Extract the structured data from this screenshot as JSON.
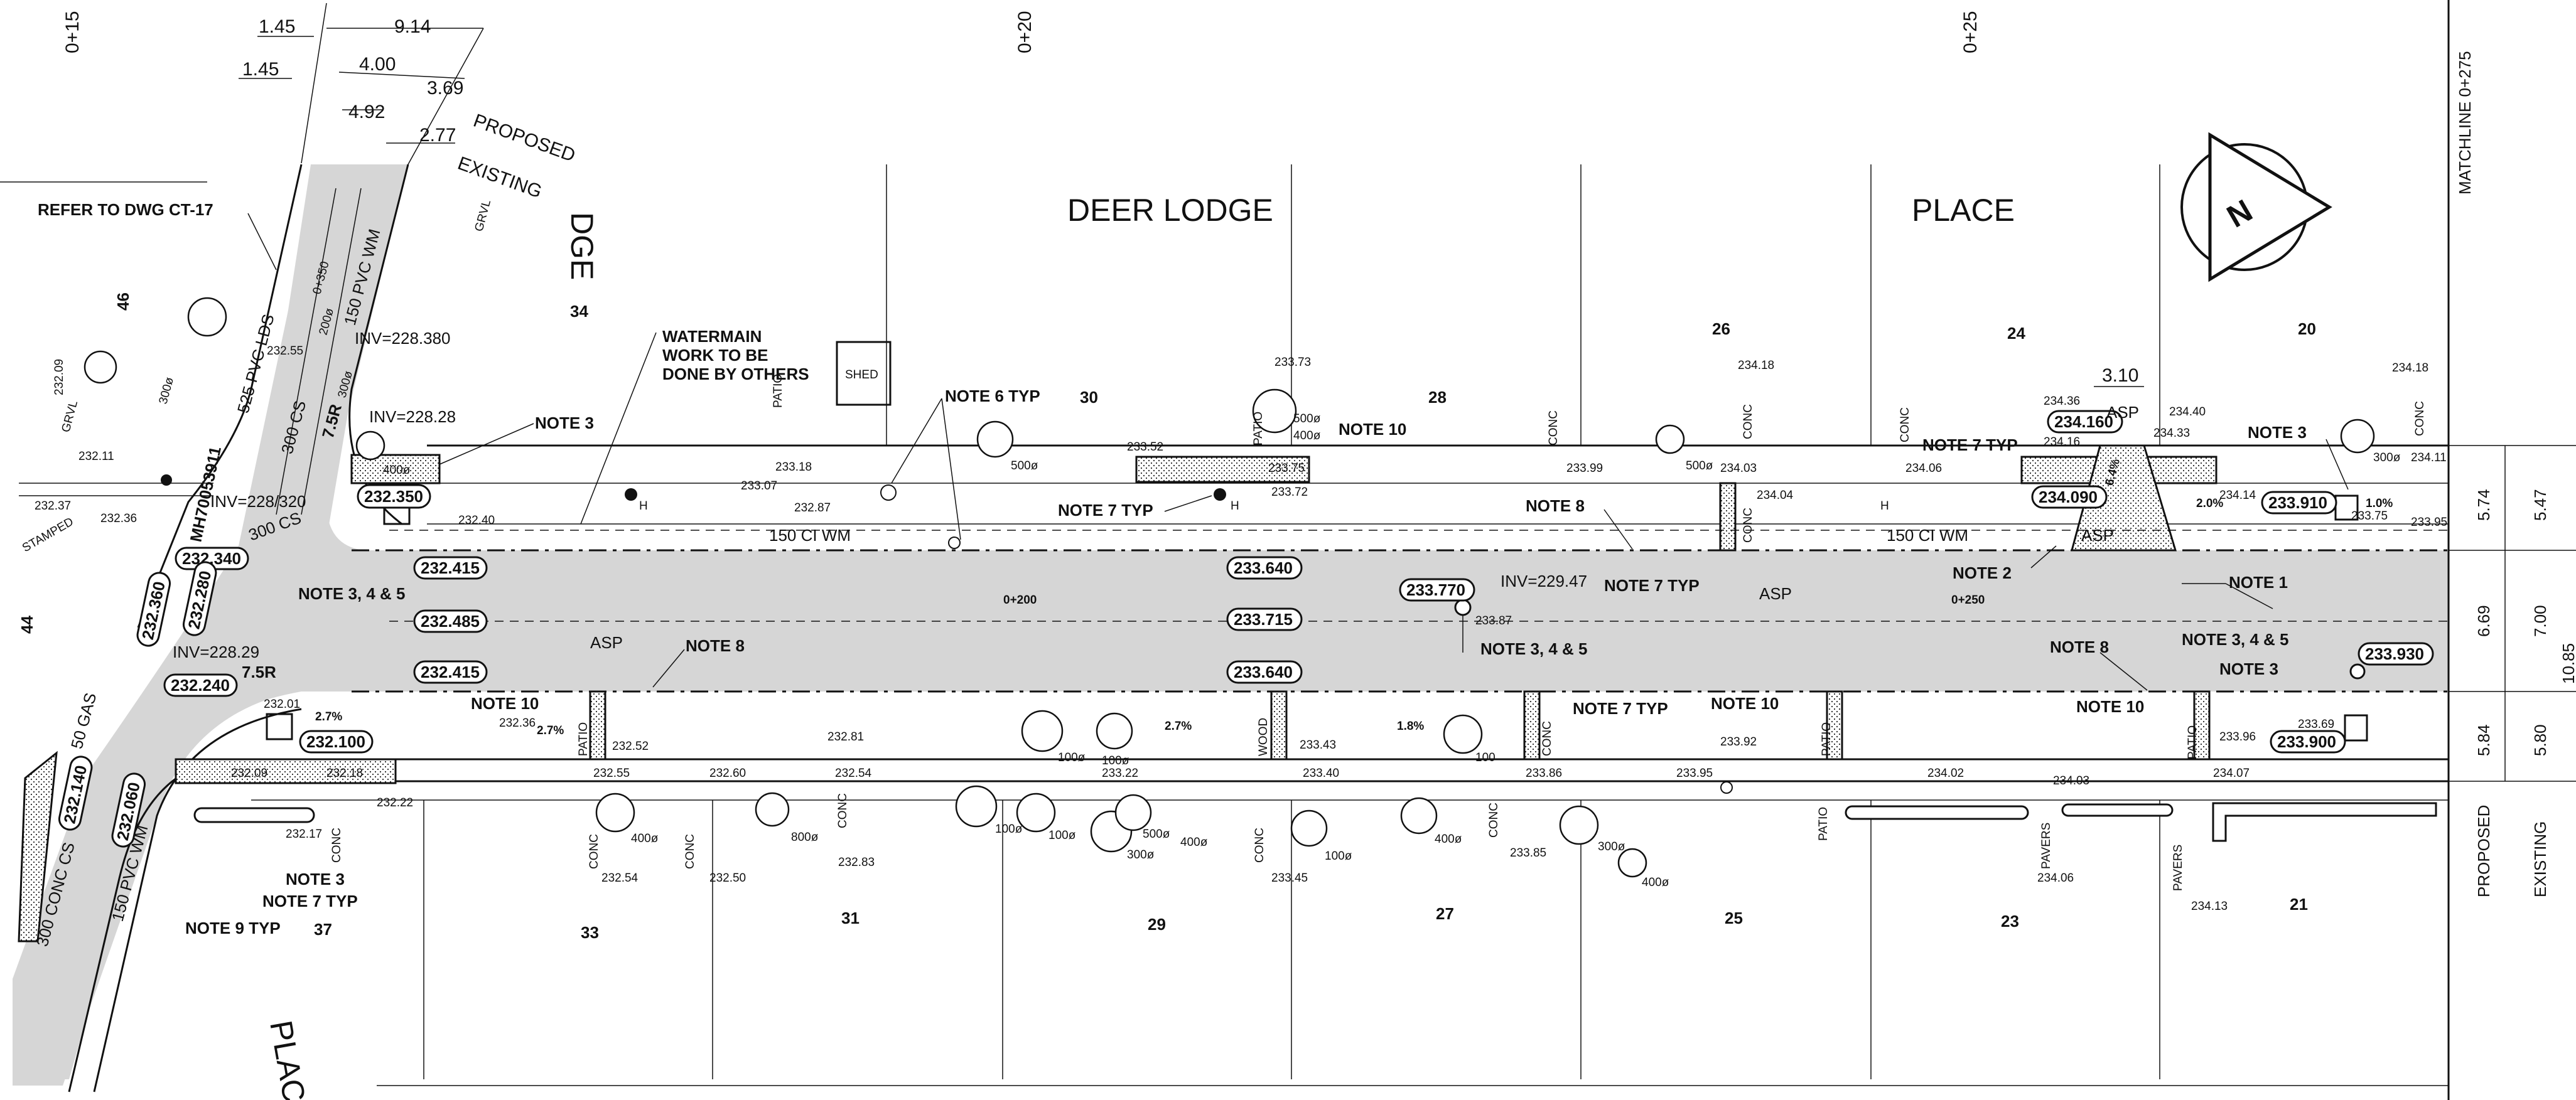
{
  "chainage": {
    "sta_0150": "0+15",
    "sta_0200": "0+20",
    "sta_0250": "0+25",
    "road_0200": "0+200",
    "road_0250": "0+250",
    "cross_0350": "0+350"
  },
  "street_names": {
    "deer_lodge": "DEER LODGE",
    "place": "PLACE",
    "dge_fragment": "DGE",
    "place_fragment": "PLAC"
  },
  "matchline": "MATCHLINE 0+275",
  "dimensions": {
    "d_145a": "1.45",
    "d_145b": "1.45",
    "d_914": "9.14",
    "d_400": "4.00",
    "d_369": "3.69",
    "d_492": "4.92",
    "d_277": "2.77",
    "proposed": "PROPOSED",
    "existing": "EXISTING",
    "d_310": "3.10"
  },
  "side_dims": {
    "top_prop": "5.74",
    "top_exist": "5.47",
    "mid_prop": "6.69",
    "mid_exist": "7.00",
    "bot_prop": "5.84",
    "bot_exist": "5.80",
    "proposed": "PROPOSED",
    "existing": "EXISTING",
    "cut": "10.85"
  },
  "lots": {
    "l46": "46",
    "l44": "44",
    "l34": "34",
    "l30": "30",
    "l28": "28",
    "l26": "26",
    "l24": "24",
    "l20": "20",
    "l37": "37",
    "l33": "33",
    "l31": "31",
    "l29": "29",
    "l27": "27",
    "l25": "25",
    "l23": "23",
    "l21": "21"
  },
  "pill_elevations": [
    "232.350",
    "232.415",
    "232.485",
    "232.415",
    "232.340",
    "232.360",
    "232.280",
    "232.240",
    "232.100",
    "232.060",
    "232.140",
    "233.640",
    "233.715",
    "233.640",
    "233.770",
    "234.160",
    "234.090",
    "233.910",
    "233.930",
    "233.900"
  ],
  "notes": {
    "refer": "REFER TO DWG CT-17",
    "watermain": [
      "WATERMAIN",
      "WORK TO BE",
      "DONE BY OTHERS"
    ],
    "note3": "NOTE 3",
    "note3b": "NOTE 3",
    "note3c": "NOTE 3",
    "note3d": "NOTE 3",
    "note345a": "NOTE 3, 4 & 5",
    "note345b": "NOTE 3, 4 & 5",
    "note345c": "NOTE 3, 4 & 5",
    "note6": "NOTE 6 TYP",
    "note7a": "NOTE 7 TYP",
    "note7b": "NOTE 7 TYP",
    "note7c": "NOTE 7 TYP",
    "note7d": "NOTE 7 TYP",
    "note7e": "NOTE 7 TYP",
    "note8a": "NOTE 8",
    "note8b": "NOTE 8",
    "note8c": "NOTE 8",
    "note9": "NOTE 9 TYP",
    "note10a": "NOTE 10",
    "note10b": "NOTE 10",
    "note10c": "NOTE 10",
    "note10d": "NOTE 10",
    "note1": "NOTE 1",
    "note2": "NOTE 2"
  },
  "inverts": {
    "inv_228380": "INV=228.380",
    "inv_22828": "INV=228.28",
    "inv_228320": "INV=228/320",
    "inv_22829": "INV=228.29",
    "inv_22947": "INV=229.47"
  },
  "pipes": {
    "pvc_lds": "525 PVC LDS",
    "pvc_wm": "150 PVC WM",
    "cs300a": "300 CS",
    "cs300b": "300 CS",
    "ci_wm_a": "150 CI WM",
    "ci_wm_b": "150 CI WM",
    "gas": "50 GAS",
    "conc_cs": "300 CONC CS",
    "pvc_wm2": "150 PVC WM",
    "mh": "MH70053911"
  },
  "labels": {
    "asp1": "ASP",
    "asp2": "ASP",
    "asp3": "ASP",
    "asp4": "ASP",
    "shed": "SHED",
    "stamped": "STAMPED",
    "grvl": "GRVL",
    "grvl2": "GRVL",
    "r75a": "7.5R",
    "r75b": "7.5R",
    "patio": "PATIO",
    "conc": "CONC",
    "wood": "WOOD",
    "pavers": "PAVERS"
  },
  "slopes": {
    "s27a": "2.7%",
    "s27b": "2.7%",
    "s27c": "2.7%",
    "s18": "1.8%",
    "s20": "2.0%",
    "s10": "1.0%",
    "s64": "6.4%"
  },
  "spot_elevations": {
    "e23309": "232.09",
    "e23255": "232.55",
    "e23211": "232.11",
    "e23237": "232.37",
    "e23236": "232.36",
    "e23307": "233.07",
    "e23318": "233.18",
    "e23287": "232.87",
    "e23352": "233.52",
    "e23373": "233.73",
    "e23375": "233.75",
    "e23372": "233.72",
    "e23399": "233.99",
    "e23403": "234.03",
    "e23404": "234.04",
    "e23406": "234.06",
    "e23418": "234.18",
    "e23436": "234.36",
    "e23440": "234.40",
    "e23416": "234.16",
    "e23433": "234.33",
    "e23414": "234.14",
    "e23411": "234.11",
    "e23418b": "234.18",
    "e23375b": "233.75",
    "e23395": "233.95",
    "e23240": "232.40",
    "e23281": "232.81",
    "e23252": "232.52",
    "e23236b": "232.36",
    "e23201": "232.01",
    "e23209": "232.09",
    "e23218": "232.18",
    "e23222": "232.22",
    "e23217": "232.17",
    "e23255b": "232.55",
    "e23260": "232.60",
    "e23254": "232.54",
    "e23322": "233.22",
    "e23340": "233.40",
    "e23343": "233.43",
    "e23386": "233.86",
    "e23395b": "233.95",
    "e23402": "234.02",
    "e23403b": "234.03",
    "e23407": "234.07",
    "e23392": "233.92",
    "e23369": "233.69",
    "e23396": "233.96",
    "e23254b": "232.54",
    "e23250": "232.50",
    "e23283": "232.83",
    "e23345": "233.45",
    "e23385": "233.85",
    "e23406b": "234.06",
    "e23413": "234.13",
    "e23387": "233.87"
  },
  "trees": {
    "t500a": "500ø",
    "t500b": "500ø",
    "t400a": "400ø",
    "t500c": "500ø",
    "t400b": "400ø",
    "t300a": "300ø",
    "t400c": "400ø",
    "t800": "800ø",
    "t100a": "100ø",
    "t100b": "100ø",
    "t100c": "100ø",
    "t500d": "500ø",
    "t300b": "300ø",
    "t100d": "100ø",
    "t400d": "400ø",
    "t300c": "300ø",
    "t400e": "400ø",
    "t200": "200ø",
    "t300d": "300ø",
    "t100e": "100",
    "t100f": "100ø",
    "t400f": "400ø",
    "t300e": "300ø"
  },
  "hydrant": "H",
  "north": "N"
}
